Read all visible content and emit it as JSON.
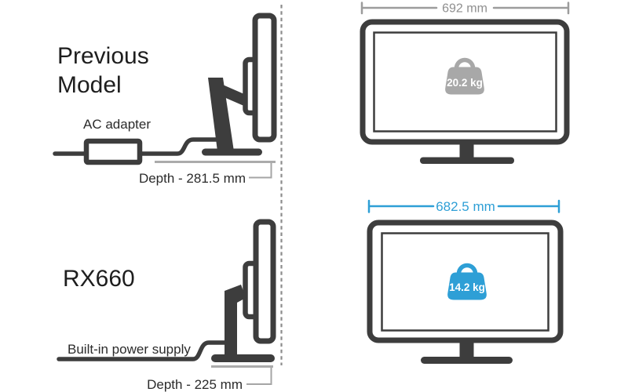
{
  "colors": {
    "dark_gray": "#3d3d3d",
    "text_dark": "#1e1e1e",
    "label_dark": "#2b2b2b",
    "icon_gray": "#a8a8a8",
    "measure_gray": "#9c9c9c",
    "measure_text_gray": "#8f8f8f",
    "accent_blue": "#2e9fd6",
    "background": "#ffffff"
  },
  "icons": {
    "previous_weight": "weight-bag-icon",
    "rx660_weight": "weight-bag-icon"
  },
  "previous_model": {
    "title_lines": [
      "Previous",
      "Model"
    ],
    "power_label": "AC adapter",
    "depth_label": "Depth - 281.5 mm",
    "width_label": "692 mm",
    "weight_label": "20.2 kg"
  },
  "rx660": {
    "title": "RX660",
    "power_label": "Built-in power supply",
    "depth_label": "Depth - 225 mm",
    "width_label": "682.5 mm",
    "weight_label": "14.2 kg"
  }
}
